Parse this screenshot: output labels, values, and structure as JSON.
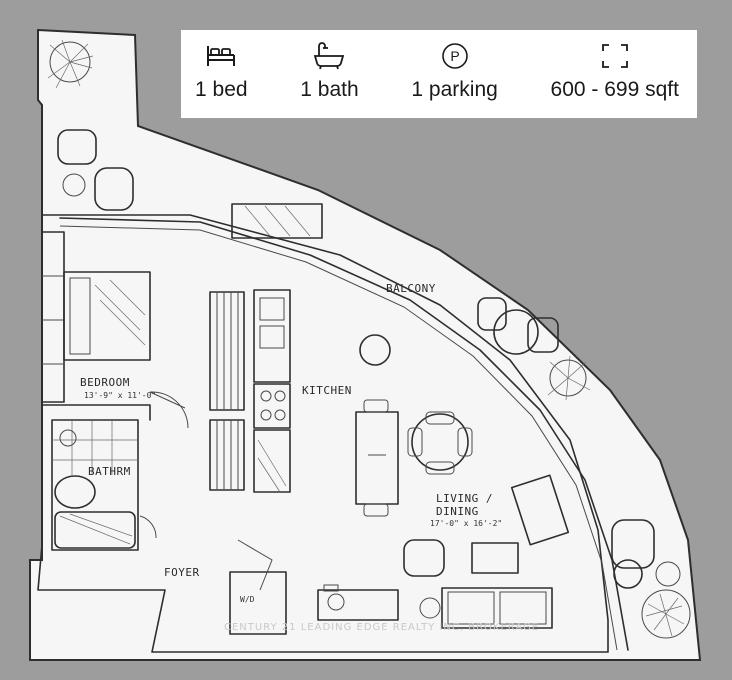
{
  "summary": {
    "beds": "1 bed",
    "baths": "1 bath",
    "parking": "1  parking",
    "size": "600 - 699 sqft",
    "parking_icon_letter": "P"
  },
  "rooms": {
    "balcony": "BALCONY",
    "bedroom": "BEDROOM",
    "bedroom_dim": "13'-9\" x 11'-0\"",
    "kitchen": "KITCHEN",
    "bathroom": "BATHRM",
    "living_line1": "LIVING /",
    "living_line2": "DINING",
    "living_dim": "17'-0\" x 16'-2\"",
    "foyer": "FOYER",
    "wd": "W/D"
  },
  "watermark": "CENTURY 21 LEADING EDGE REALTY INC, BROKERAGE",
  "colors": {
    "background": "#9d9d9d",
    "plan_fill": "#f6f6f6",
    "info_box": "#ffffff",
    "ink": "#2e2e2e"
  },
  "icons": [
    "bed-icon",
    "bathtub-icon",
    "parking-icon",
    "area-icon"
  ]
}
